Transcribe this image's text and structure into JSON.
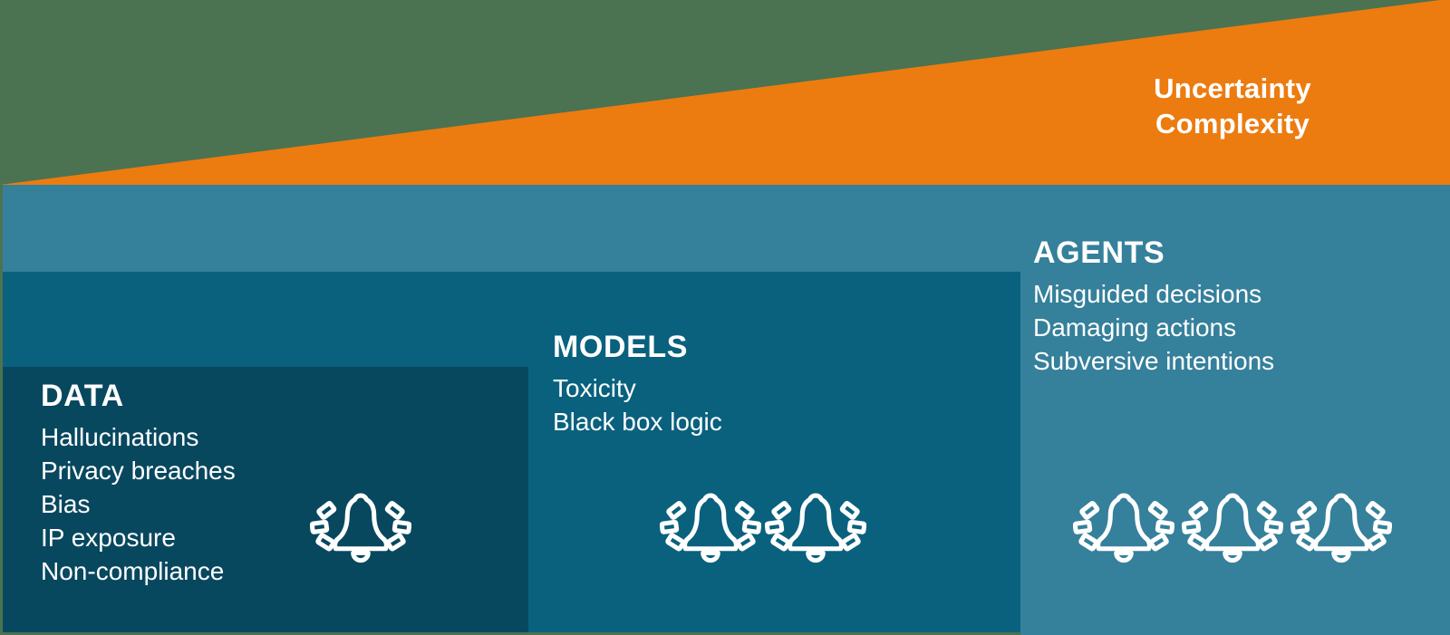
{
  "background_color": "#4B7251",
  "text_color": "#FFFFFF",
  "wedge": {
    "color": "#EC7C10",
    "label_lines": [
      "Uncertainty",
      "Complexity"
    ]
  },
  "panels": [
    {
      "id": "data",
      "title": "DATA",
      "color": "#08485F",
      "items": [
        "Hallucinations",
        "Privacy breaches",
        "Bias",
        "IP exposure",
        "Non-compliance"
      ],
      "alert_bells": 1
    },
    {
      "id": "models",
      "title": "MODELS",
      "color": "#09617E",
      "items": [
        "Toxicity",
        "Black box logic"
      ],
      "alert_bells": 2
    },
    {
      "id": "agents",
      "title": "AGENTS",
      "color": "#35809B",
      "items": [
        "Misguided decisions",
        "Damaging actions",
        "Subversive intentions"
      ],
      "alert_bells": 3
    }
  ]
}
